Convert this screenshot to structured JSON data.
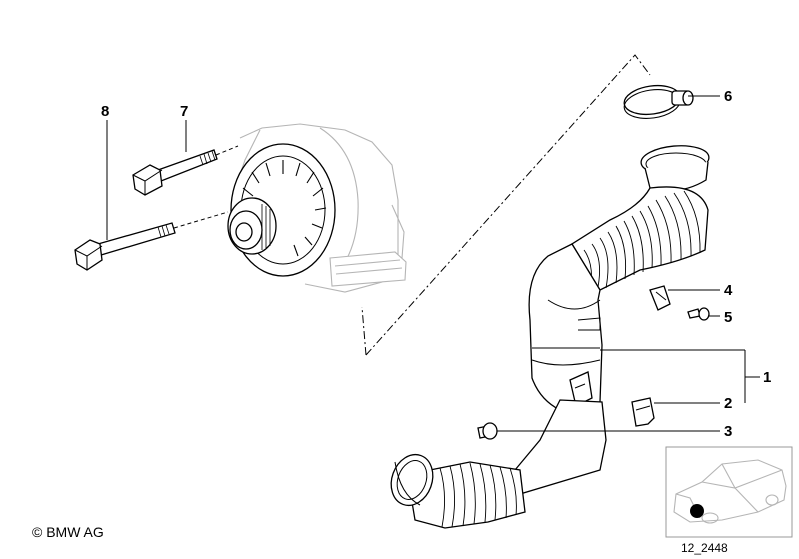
{
  "callouts": [
    {
      "id": "1",
      "label": "1"
    },
    {
      "id": "2",
      "label": "2"
    },
    {
      "id": "3",
      "label": "3"
    },
    {
      "id": "4",
      "label": "4"
    },
    {
      "id": "5",
      "label": "5"
    },
    {
      "id": "6",
      "label": "6"
    },
    {
      "id": "7",
      "label": "7"
    },
    {
      "id": "8",
      "label": "8"
    }
  ],
  "copyright": "© BMW AG",
  "diagram_code": "12_2448",
  "icons": [
    "car-location-icon"
  ]
}
